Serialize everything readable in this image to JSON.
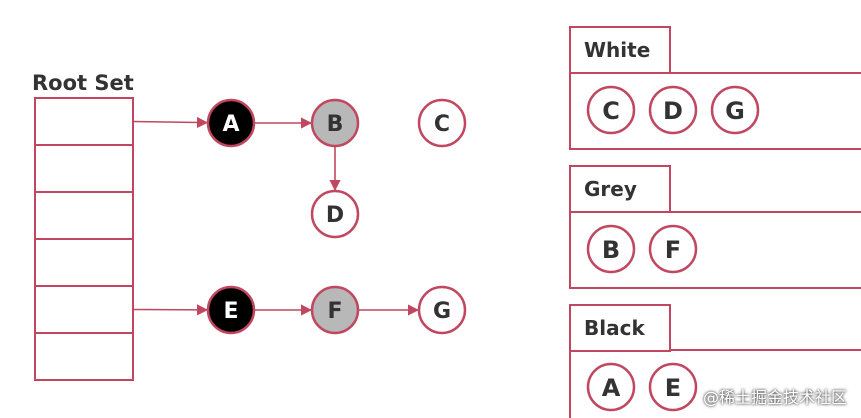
{
  "root_set": {
    "title": "Root Set",
    "slots": 6
  },
  "colors": {
    "accent": "#c0475f",
    "black_fill": "#000000",
    "grey_fill": "#b8b8b8",
    "white_fill": "#ffffff",
    "text_dark": "#333333"
  },
  "graph": {
    "nodes": [
      {
        "id": "A",
        "color": "black"
      },
      {
        "id": "B",
        "color": "grey"
      },
      {
        "id": "C",
        "color": "white"
      },
      {
        "id": "D",
        "color": "white"
      },
      {
        "id": "E",
        "color": "black"
      },
      {
        "id": "F",
        "color": "grey"
      },
      {
        "id": "G",
        "color": "white"
      }
    ],
    "edges": [
      {
        "from": "root-slot-1",
        "to": "A"
      },
      {
        "from": "A",
        "to": "B"
      },
      {
        "from": "B",
        "to": "D"
      },
      {
        "from": "root-slot-5",
        "to": "E"
      },
      {
        "from": "E",
        "to": "F"
      },
      {
        "from": "F",
        "to": "G"
      }
    ]
  },
  "sets": [
    {
      "title": "White",
      "members": [
        "C",
        "D",
        "G"
      ]
    },
    {
      "title": "Grey",
      "members": [
        "B",
        "F"
      ]
    },
    {
      "title": "Black",
      "members": [
        "A",
        "E"
      ]
    }
  ],
  "watermark": "@稀土掘金技术社区"
}
